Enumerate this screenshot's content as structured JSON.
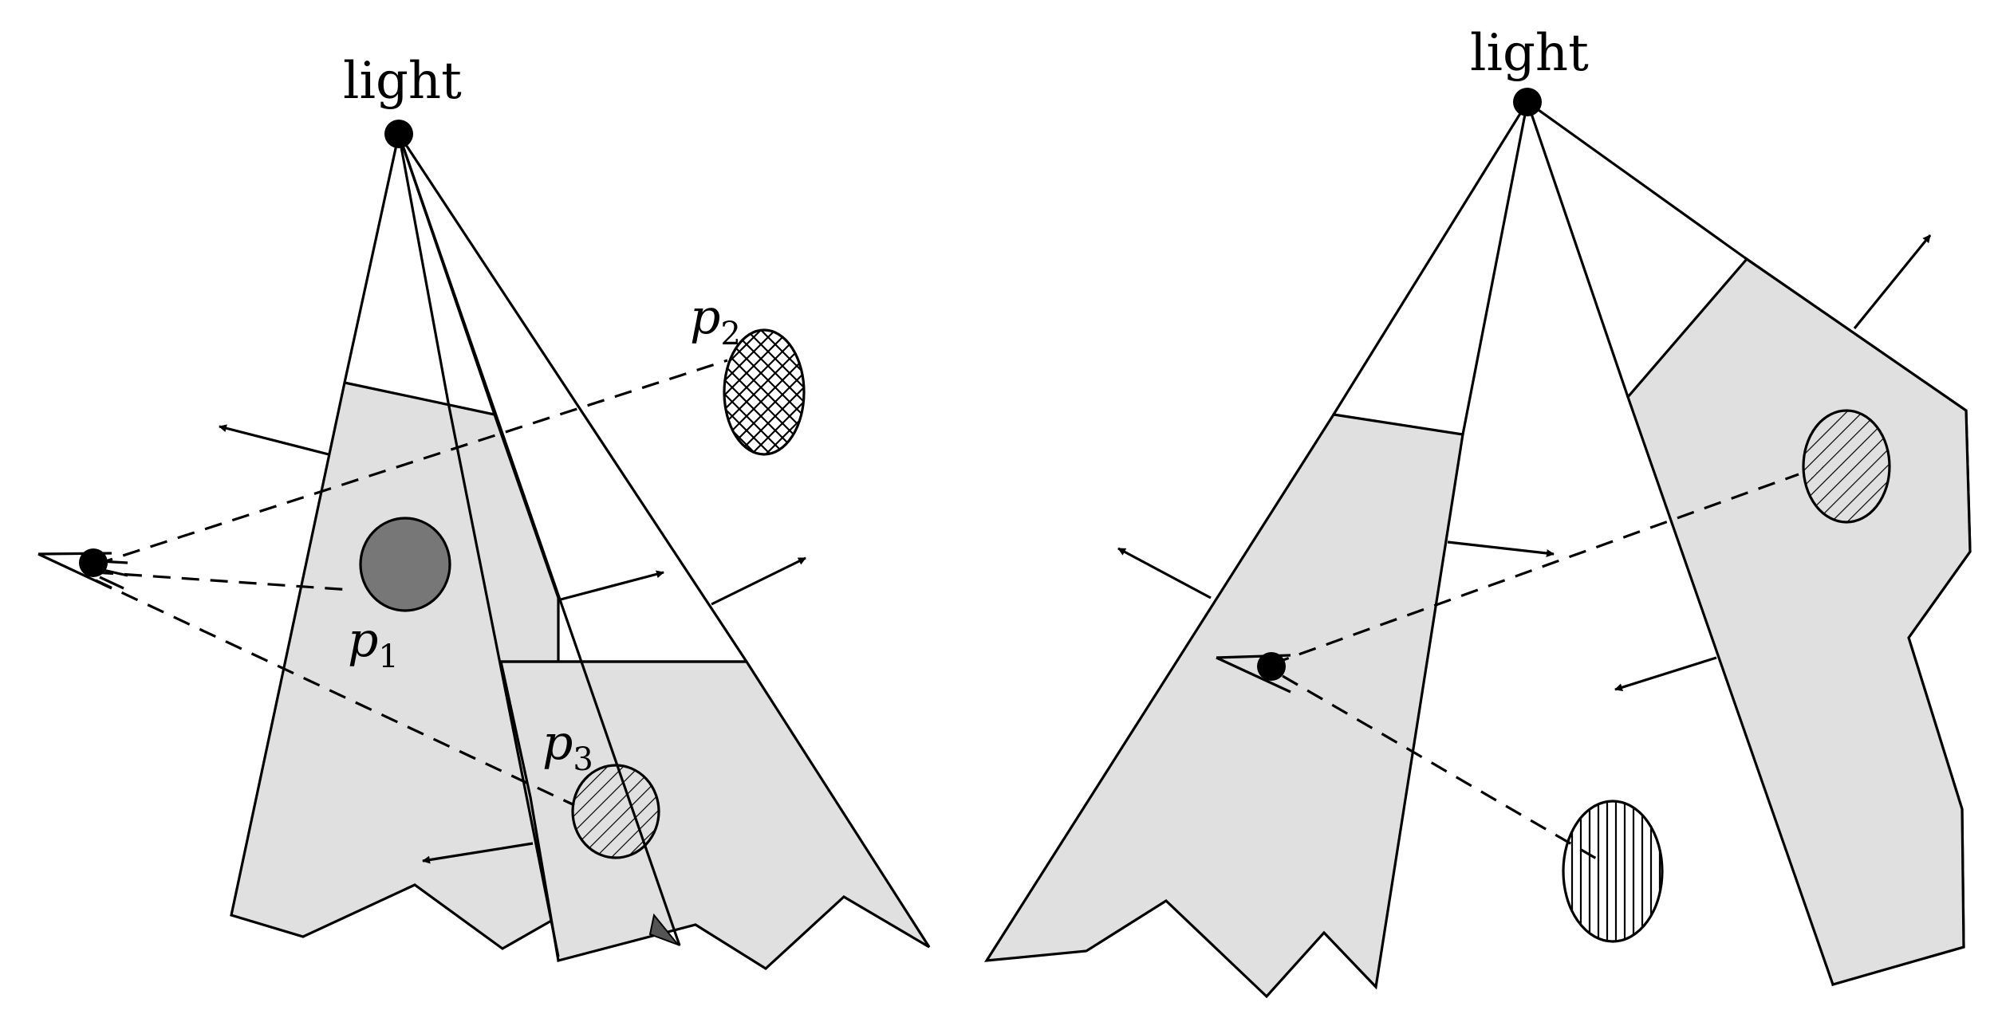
{
  "left_panel": {
    "light_label": "light",
    "points": [
      {
        "id": "p1",
        "base": "p",
        "sub": "1"
      },
      {
        "id": "p2",
        "base": "p",
        "sub": "2"
      },
      {
        "id": "p3",
        "base": "p",
        "sub": "3"
      }
    ]
  },
  "right_panel": {
    "light_label": "light"
  },
  "colors": {
    "volume_fill": "#e0e0e0",
    "solid_object": "#777777",
    "stroke": "#000000"
  }
}
